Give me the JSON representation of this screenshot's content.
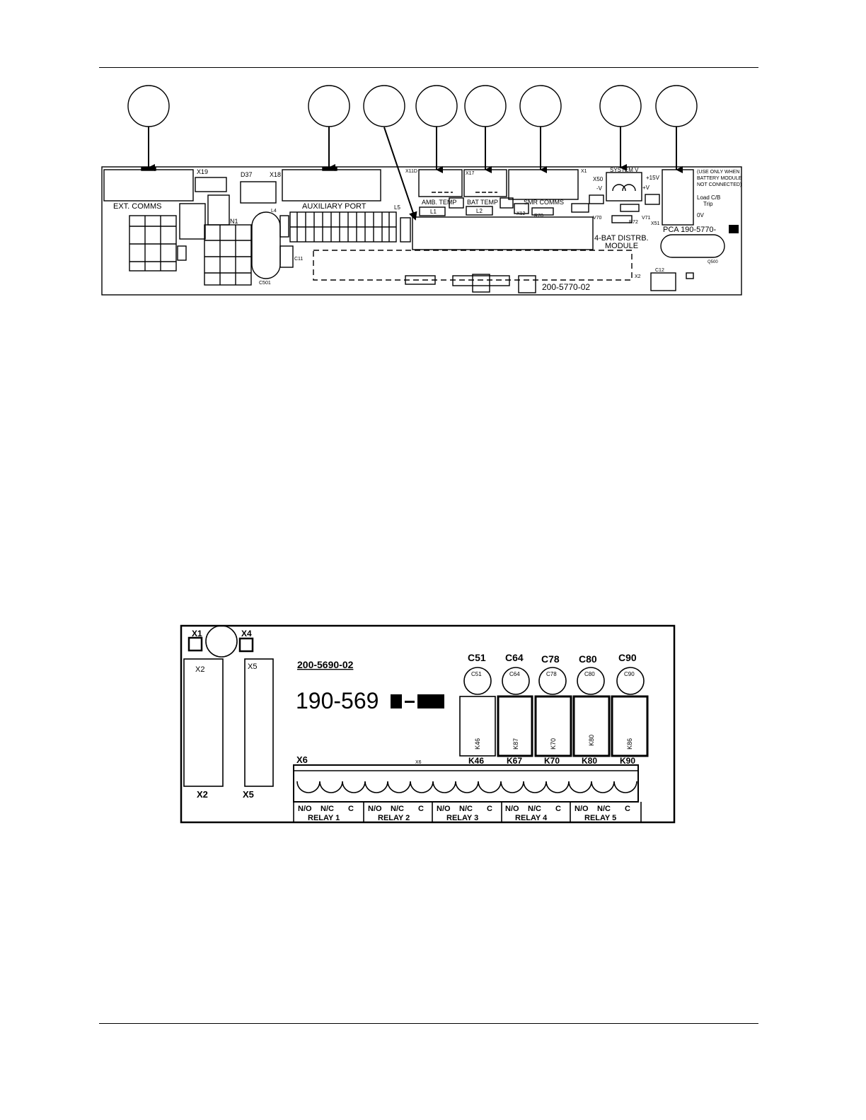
{
  "board1": {
    "callout_count": 8,
    "connectors": {
      "ext_comms": {
        "ref": "X19",
        "label": "EXT. COMMS"
      },
      "aux_port": {
        "ref": "X18",
        "label": "AUXILIARY PORT"
      },
      "amb_temp": {
        "ref": "X11D",
        "label": "AMB. TEMP"
      },
      "bat_temp": {
        "ref": "X17",
        "label": "BAT TEMP"
      },
      "smr_comms": {
        "ref": "X1",
        "label": "SMR COMMS"
      },
      "system_v": {
        "ref": "X50",
        "label": "SYSTEM V"
      },
      "load_trip": {
        "ref": "X51"
      }
    },
    "labels": {
      "d37": "D37",
      "n1": "N1",
      "l4": "L4",
      "l5": "L5",
      "l1": "L1",
      "l2": "L2",
      "x12": "X12",
      "r70": "R70",
      "v70": "V70",
      "v71": "V71",
      "r72": "R72",
      "c11": "C11",
      "c501": "C501",
      "c12": "C12",
      "x2": "X2",
      "q500": "Q500",
      "plus15v": "+15V",
      "minus_v": "-V",
      "plus_v": "+V",
      "note_line1": "(USE ONLY WHEN",
      "note_line2": "BATTERY MODULE",
      "note_line3": "NOT CONNECTED)",
      "load_cb": "Load C/B",
      "trip": "Trip",
      "zero_v": "0V",
      "pca": "PCA 190-5770-",
      "bat_module_1": "4-BAT DISTRB.",
      "bat_module_2": "MODULE",
      "part_no": "200-5770-02"
    }
  },
  "board2": {
    "labels": {
      "x1": "X1",
      "x4": "X4",
      "x2": "X2",
      "x5": "X5",
      "x6": "X6",
      "x6_small": "X6",
      "part_no": "200-5690-02",
      "pca": "190-569",
      "c51": "C51",
      "c64": "C64",
      "c78": "C78",
      "c80": "C80",
      "c90": "C90",
      "k46": "K46",
      "k67": "K67",
      "k70": "K70",
      "k80": "K80",
      "k90": "K90",
      "k46_in": "K46",
      "k67_in": "K87",
      "k70_in": "K70",
      "k80_in": "K80",
      "k90_in": "K86",
      "c51_in": "C51",
      "c64_in": "C64",
      "c78_in": "C78",
      "c80_in": "C80",
      "c90_in": "C90"
    },
    "relays": [
      {
        "label": "RELAY 1",
        "terms": [
          "N/O",
          "N/C",
          "C"
        ]
      },
      {
        "label": "RELAY 2",
        "terms": [
          "N/O",
          "N/C",
          "C"
        ]
      },
      {
        "label": "RELAY 3",
        "terms": [
          "N/O",
          "N/C",
          "C"
        ]
      },
      {
        "label": "RELAY 4",
        "terms": [
          "N/O",
          "N/C",
          "C"
        ]
      },
      {
        "label": "RELAY 5",
        "terms": [
          "N/O",
          "N/C",
          "C"
        ]
      }
    ]
  }
}
